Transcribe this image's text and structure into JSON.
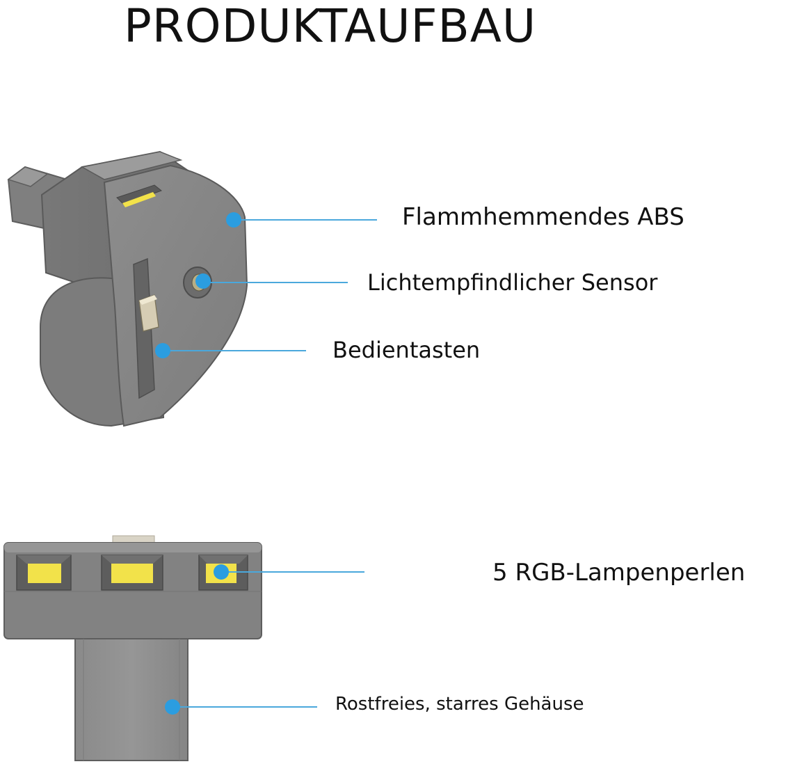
{
  "title": "PRODUKTAUFBAU",
  "callouts": {
    "flame_retardant_abs": "Flammhemmendes ABS",
    "light_sensor": "Lichtempfindlicher Sensor",
    "control_buttons": "Bedientasten",
    "rgb_lamp_beads": "5 RGB-Lampenperlen",
    "rustproof_housing": "Rostfreies, starres Gehäuse"
  },
  "colors": {
    "body_gray": "#888888",
    "body_dark": "#6e6e6e",
    "led_yellow": "#f2e24a",
    "marker_blue": "#2b9de0",
    "leader_line": "#4aa8dc"
  }
}
